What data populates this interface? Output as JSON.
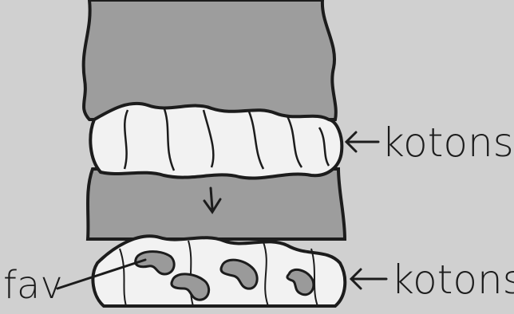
{
  "labels": {
    "top": "kotons",
    "bottom": "kotons",
    "left": "fav"
  },
  "colors": {
    "background": "#d0d0d0",
    "shaft": "#9d9d9d",
    "wrap": "#f2f2f2",
    "ink": "#1c1c1c",
    "seed": "#9a9a9a"
  }
}
